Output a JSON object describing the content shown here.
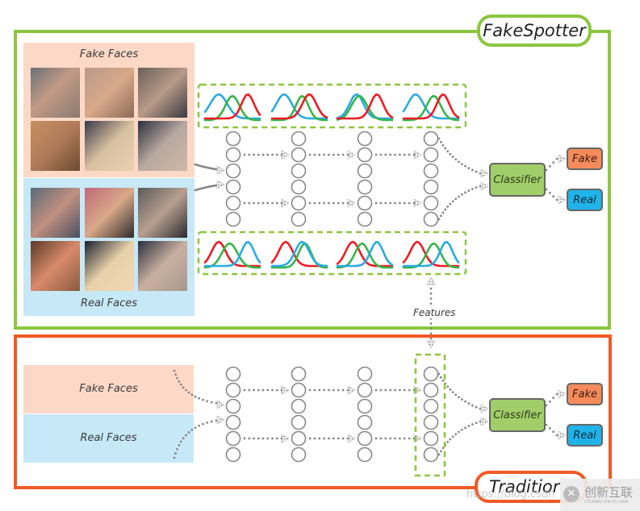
{
  "top_panel": {
    "title": "FakeSpotter",
    "fake_faces_label": "Fake Faces",
    "real_faces_label": "Real Faces",
    "features_label": "Features",
    "classifier_label": "Classifier",
    "output_fake_label": "Fake",
    "output_real_label": "Real",
    "fake_face_thumbnails": [
      "fake-face-1",
      "fake-face-2",
      "fake-face-3",
      "fake-face-4",
      "fake-face-5",
      "fake-face-6"
    ],
    "real_face_thumbnails": [
      "real-face-1",
      "real-face-2",
      "real-face-3",
      "real-face-4",
      "real-face-5",
      "real-face-6"
    ],
    "network": {
      "layers": 4,
      "neurons_per_layer": 6
    },
    "distribution_colors": {
      "blue": "#29abe2",
      "green": "#39b54a",
      "red": "#ed1c24"
    }
  },
  "bottom_panel": {
    "title": "Traditior",
    "fake_faces_label": "Fake Faces",
    "real_faces_label": "Real Faces",
    "classifier_label": "Classifier",
    "output_fake_label": "Fake",
    "output_real_label": "Real",
    "network": {
      "layers": 4,
      "neurons_per_layer": 6
    }
  },
  "colors": {
    "fakespotter_frame": "#8cc63f",
    "traditional_frame": "#f15a24",
    "fake_panel": "#fcd9c7",
    "real_panel": "#c7e8f7",
    "classifier": "#a2ce6a",
    "fake_output": "#f58b5a",
    "real_output": "#1fb3ea"
  },
  "watermark": {
    "url_text": "https://blog.csdn",
    "brand_text": "创新互联",
    "brand_sub": "CHUANG XIN HU LIAN"
  }
}
